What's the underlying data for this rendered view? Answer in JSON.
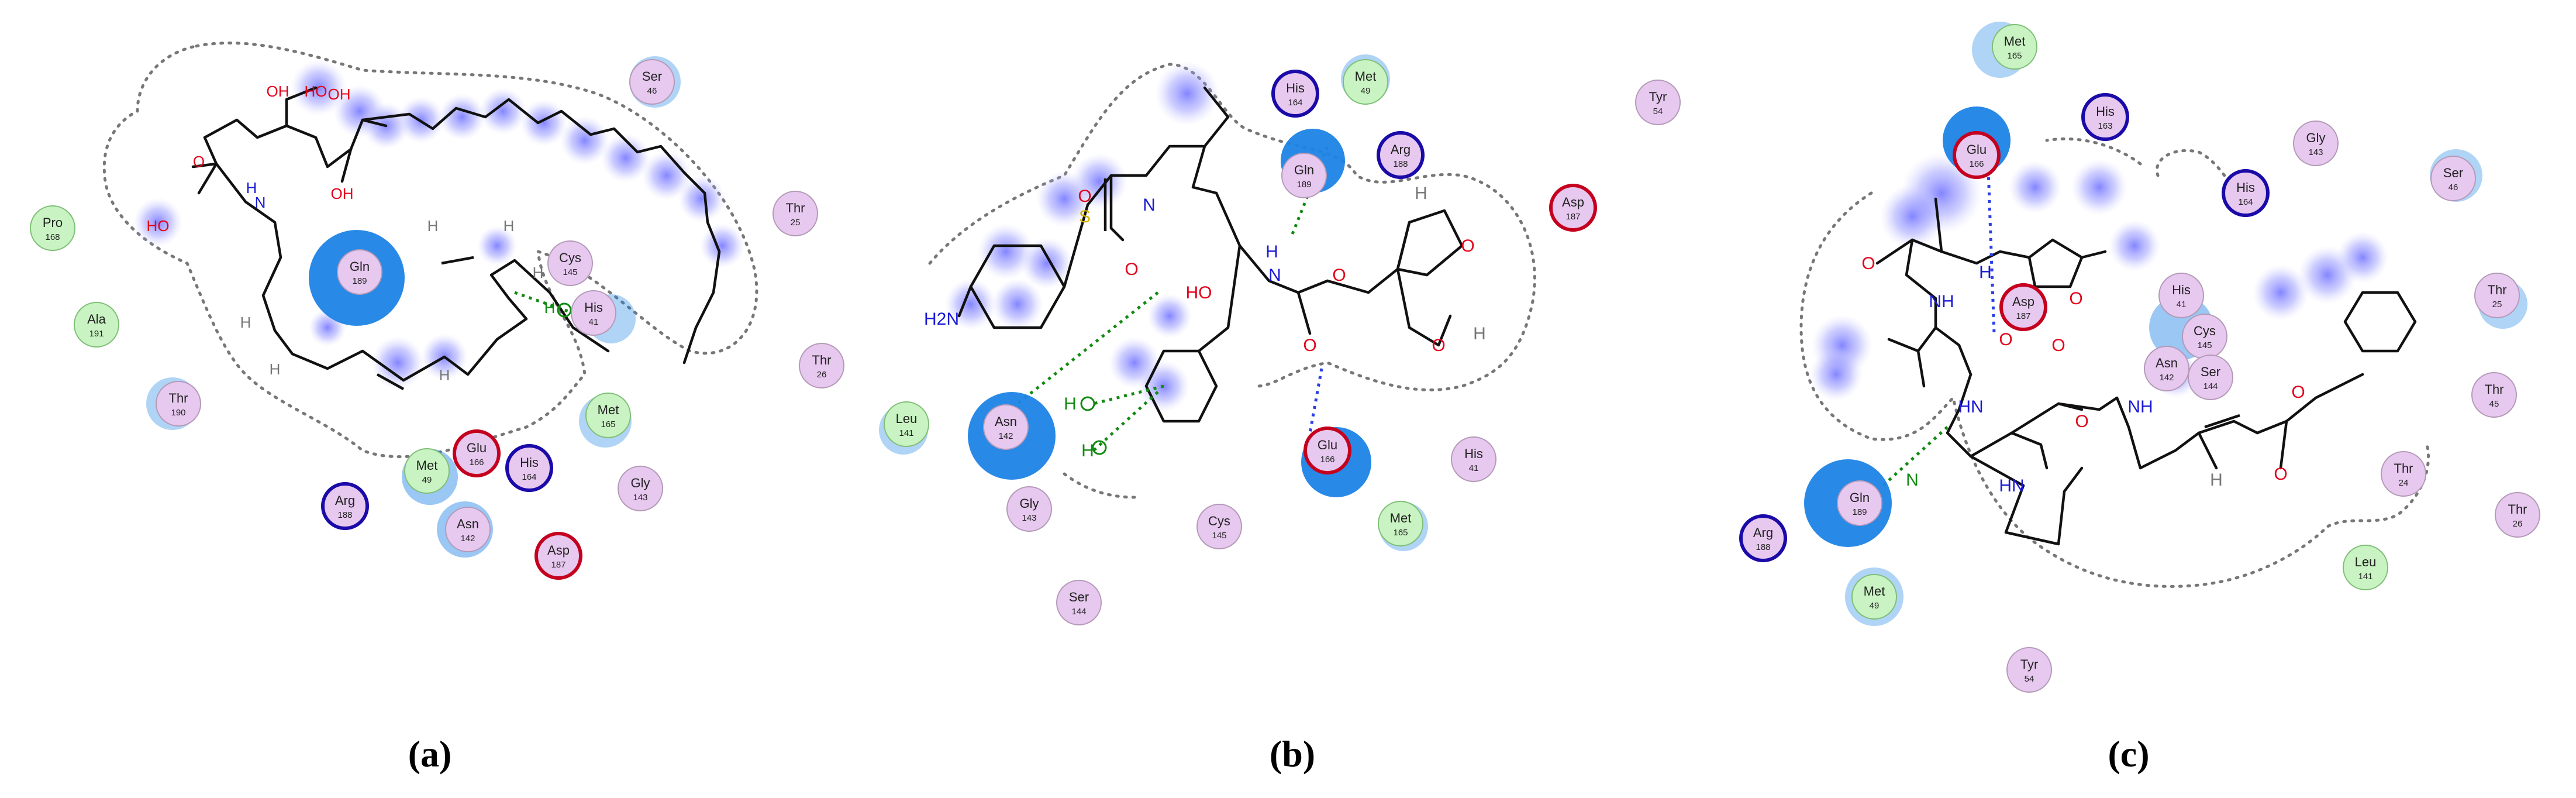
{
  "panels": [
    {
      "label": "(a)",
      "residues": [
        {
          "name": "Ser",
          "num": "46",
          "color": "pink"
        },
        {
          "name": "Pro",
          "num": "168",
          "color": "green"
        },
        {
          "name": "Ala",
          "num": "191",
          "color": "green"
        },
        {
          "name": "Thr",
          "num": "190",
          "color": "pink"
        },
        {
          "name": "Gln",
          "num": "189",
          "color": "pink"
        },
        {
          "name": "Cys",
          "num": "145",
          "color": "pink"
        },
        {
          "name": "His",
          "num": "41",
          "color": "pink"
        },
        {
          "name": "Thr",
          "num": "25",
          "color": "pink"
        },
        {
          "name": "Thr",
          "num": "26",
          "color": "pink"
        },
        {
          "name": "Met",
          "num": "165",
          "color": "green"
        },
        {
          "name": "Met",
          "num": "49",
          "color": "green"
        },
        {
          "name": "Glu",
          "num": "166",
          "color": "acid"
        },
        {
          "name": "His",
          "num": "164",
          "color": "basic"
        },
        {
          "name": "Gly",
          "num": "143",
          "color": "pink"
        },
        {
          "name": "Arg",
          "num": "188",
          "color": "basic"
        },
        {
          "name": "Asn",
          "num": "142",
          "color": "pink"
        },
        {
          "name": "Asp",
          "num": "187",
          "color": "acid"
        }
      ],
      "atoms": [
        "OH",
        "HO",
        "OH",
        "O",
        "H",
        "N",
        "HO",
        "OH",
        "H",
        "H",
        "H",
        "H",
        "H",
        "H",
        "H"
      ]
    },
    {
      "label": "(b)",
      "residues": [
        {
          "name": "His",
          "num": "164",
          "color": "basic"
        },
        {
          "name": "Met",
          "num": "49",
          "color": "green"
        },
        {
          "name": "Gln",
          "num": "189",
          "color": "pink"
        },
        {
          "name": "Arg",
          "num": "188",
          "color": "basic"
        },
        {
          "name": "Tyr",
          "num": "54",
          "color": "pink"
        },
        {
          "name": "Asp",
          "num": "187",
          "color": "acid"
        },
        {
          "name": "Leu",
          "num": "141",
          "color": "green"
        },
        {
          "name": "Asn",
          "num": "142",
          "color": "pink"
        },
        {
          "name": "Gly",
          "num": "143",
          "color": "pink"
        },
        {
          "name": "Cys",
          "num": "145",
          "color": "pink"
        },
        {
          "name": "Ser",
          "num": "144",
          "color": "pink"
        },
        {
          "name": "Glu",
          "num": "166",
          "color": "acid"
        },
        {
          "name": "Met",
          "num": "165",
          "color": "green"
        },
        {
          "name": "His",
          "num": "41",
          "color": "pink"
        }
      ],
      "atoms": [
        "O",
        "S",
        "O",
        "N",
        "H2N",
        "HO",
        "H",
        "N",
        "O",
        "O",
        "O",
        "O",
        "H",
        "H",
        "H",
        "H"
      ]
    },
    {
      "label": "(c)",
      "residues": [
        {
          "name": "Met",
          "num": "165",
          "color": "green"
        },
        {
          "name": "His",
          "num": "163",
          "color": "basic"
        },
        {
          "name": "Glu",
          "num": "166",
          "color": "acid"
        },
        {
          "name": "Gly",
          "num": "143",
          "color": "pink"
        },
        {
          "name": "His",
          "num": "164",
          "color": "basic"
        },
        {
          "name": "Ser",
          "num": "46",
          "color": "pink"
        },
        {
          "name": "Asp",
          "num": "187",
          "color": "acid"
        },
        {
          "name": "His",
          "num": "41",
          "color": "pink"
        },
        {
          "name": "Cys",
          "num": "145",
          "color": "pink"
        },
        {
          "name": "Asn",
          "num": "142",
          "color": "pink"
        },
        {
          "name": "Ser",
          "num": "144",
          "color": "pink"
        },
        {
          "name": "Thr",
          "num": "25",
          "color": "pink"
        },
        {
          "name": "Thr",
          "num": "45",
          "color": "pink"
        },
        {
          "name": "Thr",
          "num": "24",
          "color": "pink"
        },
        {
          "name": "Thr",
          "num": "26",
          "color": "pink"
        },
        {
          "name": "Leu",
          "num": "141",
          "color": "green"
        },
        {
          "name": "Gln",
          "num": "189",
          "color": "pink"
        },
        {
          "name": "Arg",
          "num": "188",
          "color": "basic"
        },
        {
          "name": "Met",
          "num": "49",
          "color": "green"
        },
        {
          "name": "Tyr",
          "num": "54",
          "color": "pink"
        }
      ],
      "atoms": [
        "O",
        "NH",
        "HN",
        "O",
        "NH",
        "O",
        "N",
        "O",
        "HN",
        "O",
        "O",
        "O",
        "H",
        "H",
        "N"
      ]
    }
  ],
  "colors": {
    "pink_fill": "#e7c8ef",
    "green_fill": "#c9f3c2",
    "acid_ring": "#c4001e",
    "basic_ring": "#1a0aa8",
    "hbond_side": "#118a11",
    "hbond_back": "#2a3fe6",
    "exposure": "#1e83e6",
    "ligand_exposure": "#6a6cff",
    "heteroatom_O": "#e2001a",
    "heteroatom_N": "#1a1ad6"
  }
}
